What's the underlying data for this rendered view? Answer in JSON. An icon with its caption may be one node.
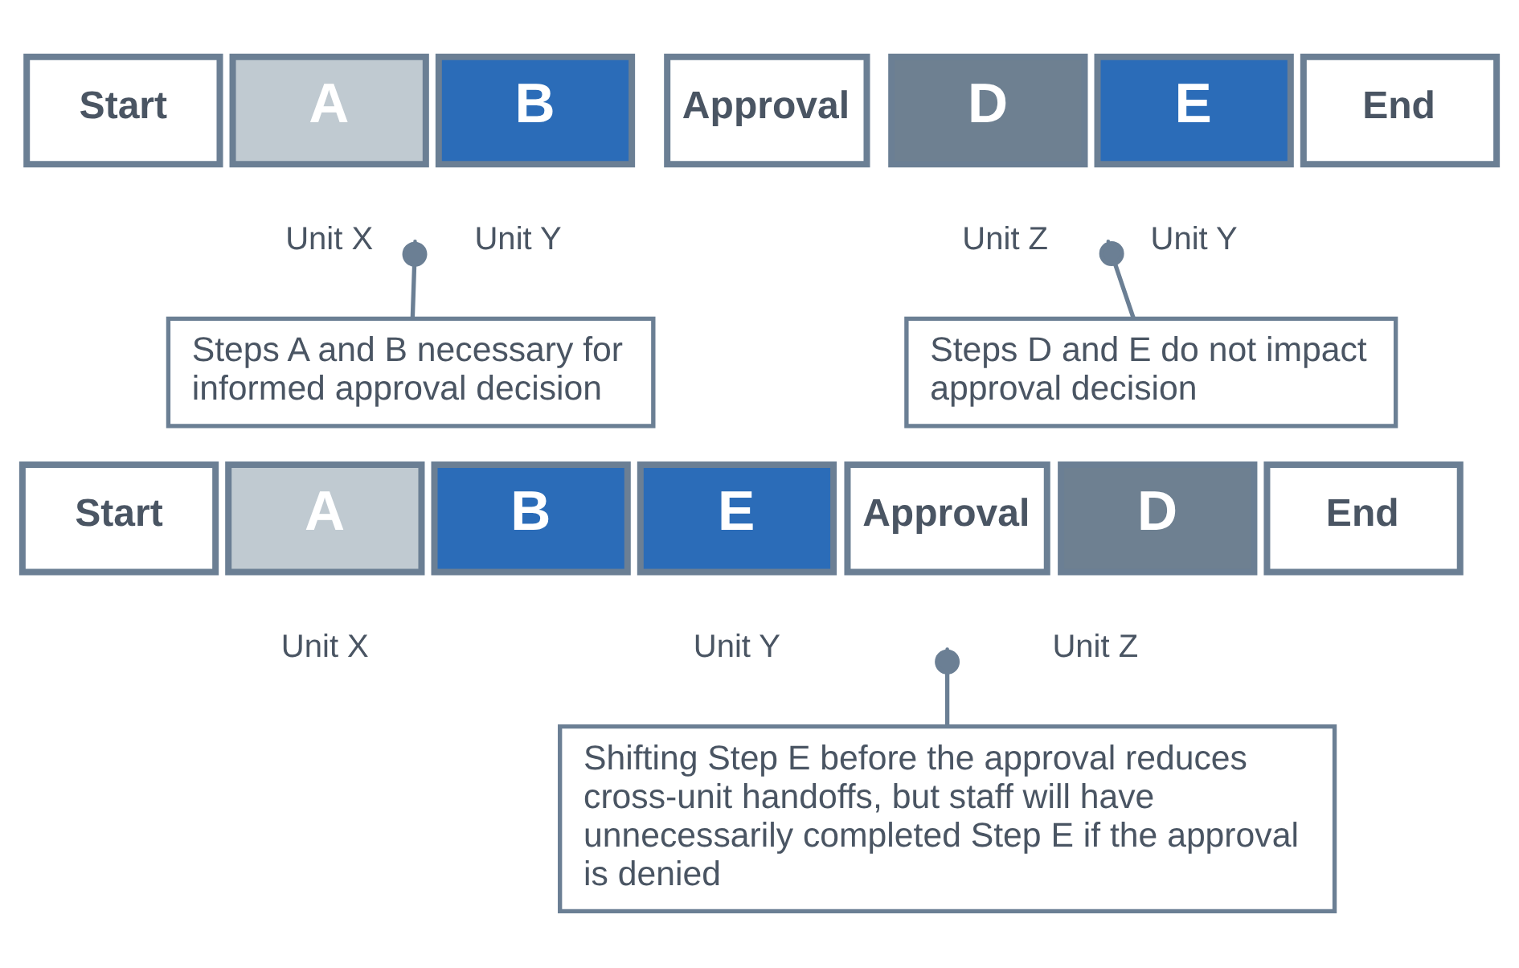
{
  "diagram": {
    "nodes": [
      {
        "text": [
          "Start"
        ]
      },
      {
        "text": [
          "A"
        ],
        "beside": [
          "Unit X"
        ]
      },
      {
        "text": [
          "B"
        ],
        "beside": [
          "Unit Y"
        ]
      },
      {
        "text": [
          "Approval"
        ]
      },
      {
        "text": [
          "D"
        ],
        "beside": [
          "Unit Z"
        ]
      },
      {
        "text": [
          "E"
        ],
        "beside": [
          "Unit Y"
        ]
      },
      {
        "text": [
          "End"
        ]
      },
      {
        "text": [
          "Steps A and B necessary for informed approval decision"
        ]
      },
      {
        "text": [
          "Steps D and E do not impact approval decision"
        ]
      },
      {
        "text": [
          "Start"
        ]
      },
      {
        "text": [
          "A"
        ],
        "beside": [
          "Unit X"
        ]
      },
      {
        "text": [
          "B"
        ]
      },
      {
        "text": [
          "E"
        ]
      },
      {
        "text": [
          "Approval"
        ]
      },
      {
        "text": [
          "D"
        ],
        "beside": [
          "Unit Z"
        ]
      },
      {
        "text": [
          "End"
        ]
      },
      {
        "text": [
          "Shifting Step E before the approval reduces cross-unit handoffs, but staff will have unnecessarily completed Step E if the approval is denied"
        ]
      }
    ],
    "edges": [
      {
        "from": 7,
        "to": null,
        "arrow": "other"
      },
      {
        "from": 8,
        "to": null,
        "arrow": "other"
      },
      {
        "from": 16,
        "to": null,
        "arrow": "other"
      }
    ],
    "labels": [
      "Unit Y"
    ]
  }
}
